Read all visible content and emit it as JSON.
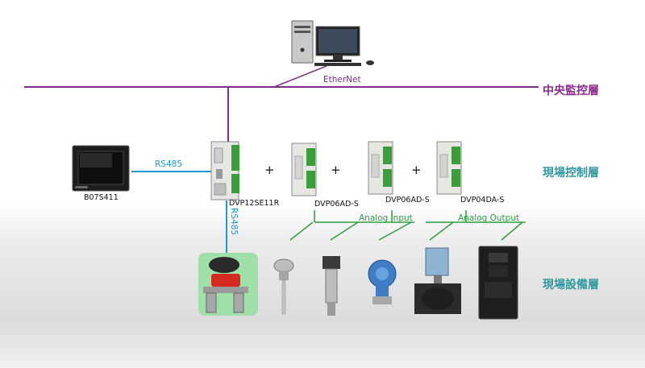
{
  "network": {
    "ethernet_label": "EtherNet",
    "rs485_label_h": "RS485",
    "rs485_label_v": "RS485",
    "analog_input_label": "Analog Input",
    "analog_output_label": "Analog Output"
  },
  "layers": {
    "central": "中央監控層",
    "field_control": "現場控制層",
    "field_device": "現場設備層"
  },
  "devices": {
    "hmi": "B07S411",
    "plc": "DVP12SE11R",
    "ad_module_1": "DVP06AD-S",
    "ad_module_2": "DVP06AD-S",
    "da_module": "DVP04DA-S"
  },
  "operators": {
    "plus": "+"
  },
  "colors": {
    "ethernet": "#7b2f86",
    "rs485": "#1a9ad6",
    "analog": "#2e9e3e",
    "layer_central": "#8b2a8f",
    "layer_field": "#2c9a9e"
  }
}
